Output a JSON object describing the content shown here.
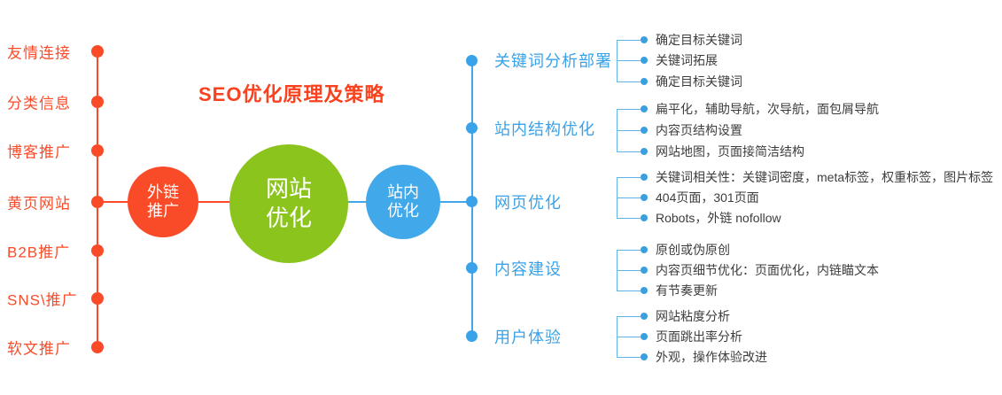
{
  "title": "SEO优化原理及策略",
  "colors": {
    "red": "#fa4b28",
    "green": "#8cc41e",
    "blue_circle": "#41a8ea",
    "blue_text": "#3aa2e8",
    "item_text": "#3d3d3d"
  },
  "left_menu": {
    "items": [
      {
        "label": "友情连接"
      },
      {
        "label": "分类信息"
      },
      {
        "label": "博客推广"
      },
      {
        "label": "黄页网站"
      },
      {
        "label": "B2B推广"
      },
      {
        "label": "SNS\\推广"
      },
      {
        "label": "软文推广"
      }
    ]
  },
  "circles": [
    {
      "line1": "外链",
      "line2": "推广"
    },
    {
      "line1": "网站",
      "line2": "优化"
    },
    {
      "line1": "站内",
      "line2": "优化"
    }
  ],
  "categories": [
    {
      "label": "关键词分析部署",
      "items": [
        "确定目标关键词",
        "关键词拓展",
        "确定目标关键词"
      ]
    },
    {
      "label": "站内结构优化",
      "items": [
        "扁平化，辅助导航，次导航，面包屑导航",
        "内容页结构设置",
        "网站地图，页面接简洁结构"
      ]
    },
    {
      "label": "网页优化",
      "items": [
        "关键词相关性：关键词密度，meta标签，权重标签，图片标签",
        "404页面，301页面",
        "Robots，外链 nofollow"
      ]
    },
    {
      "label": "内容建设",
      "items": [
        "原创或伪原创",
        "内容页细节优化：页面优化，内链瞄文本",
        "有节奏更新"
      ]
    },
    {
      "label": "用户体验",
      "items": [
        "网站粘度分析",
        "页面跳出率分析",
        "外观，操作体验改进"
      ]
    }
  ]
}
